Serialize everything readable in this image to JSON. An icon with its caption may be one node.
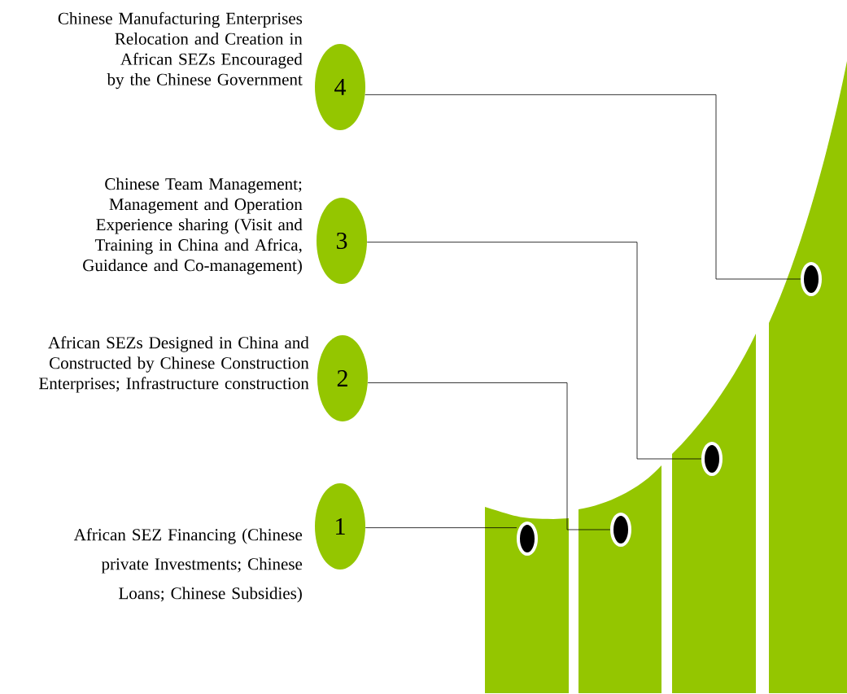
{
  "diagram": {
    "nodes": [
      {
        "text": [
          "4"
        ],
        "beside": [
          "Chinese Manufacturing Enterprises Relocation and Creation in African SEZs Encouraged by the Chinese Government"
        ]
      },
      {
        "text": [
          "3"
        ],
        "beside": [
          "Chinese Team Management; Management and Operation Experience sharing (Visit and Training in China and Africa, Guidance and Co-management)"
        ]
      },
      {
        "text": [
          "2"
        ],
        "beside": [
          "African SEZs Designed in China and Constructed by Chinese Construction Enterprises; Infrastructure construction"
        ]
      },
      {
        "text": [
          "1"
        ],
        "beside": [
          "African SEZ Financing (Chinese private Investments; Chinese Loans; Chinese Subsidies)"
        ]
      },
      {
        "text": [],
        "shape": "circle"
      },
      {
        "text": [],
        "shape": "circle"
      },
      {
        "text": [],
        "shape": "circle"
      },
      {
        "text": [],
        "shape": "circle"
      }
    ],
    "edges": [
      {
        "from": 0,
        "to": 7,
        "arrow": "none"
      },
      {
        "from": 1,
        "to": 6,
        "arrow": "none"
      },
      {
        "from": 2,
        "to": 5,
        "arrow": "none"
      },
      {
        "from": 3,
        "to": 4,
        "arrow": "none"
      }
    ]
  }
}
